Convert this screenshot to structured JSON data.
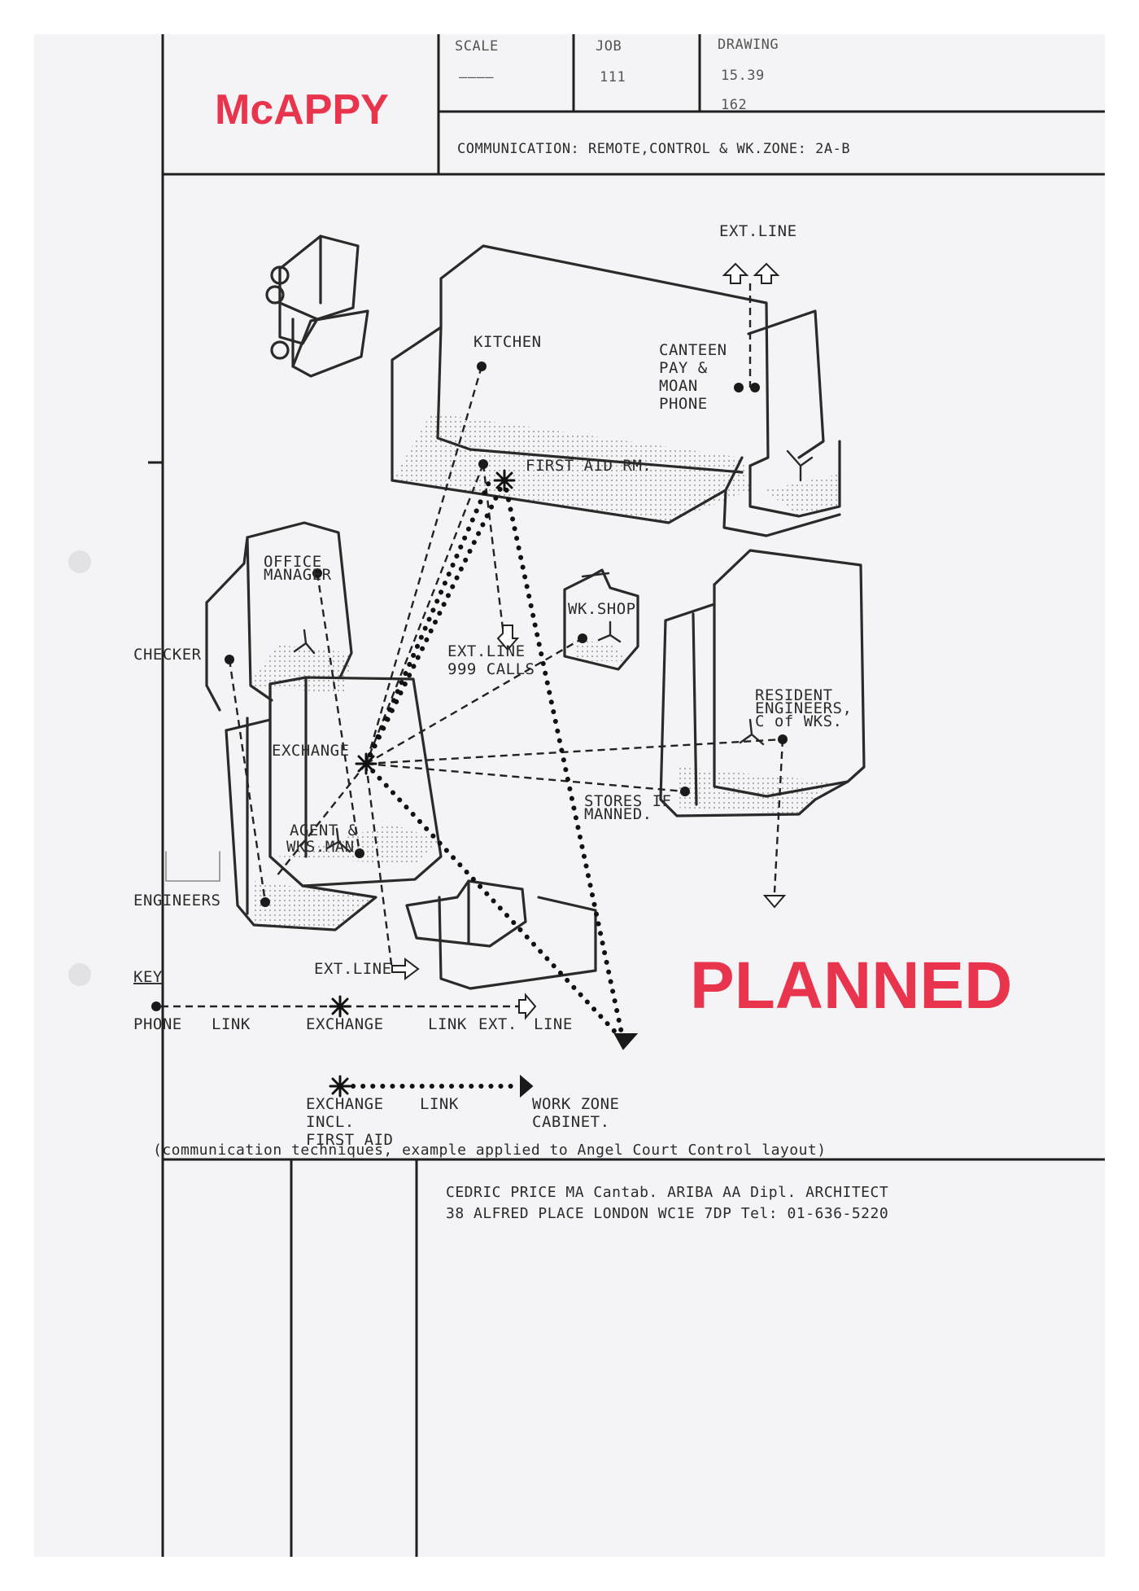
{
  "title_block": {
    "client": "McAPPY",
    "scale_label": "SCALE",
    "scale_value": "————",
    "job_label": "JOB",
    "job_value": "111",
    "drawing_label": "DRAWING",
    "drawing_value_1": "15.39",
    "drawing_value_2": "162",
    "subject": "COMMUNICATION: REMOTE,CONTROL & WK.ZONE: 2A-B"
  },
  "rooms": {
    "kitchen": "KITCHEN",
    "canteen": [
      "CANTEEN",
      "PAY &",
      "MOAN",
      "PHONE"
    ],
    "first_aid": "FIRST AID RM.",
    "office_manager": [
      "OFFICE",
      "MANAGER"
    ],
    "checker": "CHECKER",
    "ext_line_999": [
      "EXT.LINE",
      "999 CALLS"
    ],
    "wk_shop": "WK.SHOP",
    "resident_engineers": [
      "RESIDENT",
      "ENGINEERS,",
      "C of WKS."
    ],
    "exchange": "EXCHANGE",
    "stores": [
      "STORES IF",
      "MANNED."
    ],
    "agent": [
      "AGENT &",
      "WKS.MAN."
    ],
    "engineers": "ENGINEERS",
    "ext_line_top": "EXT.LINE",
    "ext_line_bottom": "EXT.LINE"
  },
  "key": {
    "heading": "KEY",
    "row1": [
      "PHONE",
      "LINK",
      "EXCHANGE",
      "LINK",
      "EXT.",
      "LINE"
    ],
    "row2_exchange": [
      "EXCHANGE",
      "INCL.",
      "FIRST AID"
    ],
    "row2_link": "LINK",
    "row2_cabinet": [
      "WORK ZONE",
      "CABINET."
    ]
  },
  "status_stamp": "PLANNED",
  "caption": "(communication techniques, example applied to Angel Court Control layout)",
  "architect": {
    "line1": "CEDRIC PRICE MA Cantab. ARIBA AA Dipl. ARCHITECT",
    "line2": "38 ALFRED PLACE LONDON WC1E 7DP Tel: 01-636-5220"
  }
}
